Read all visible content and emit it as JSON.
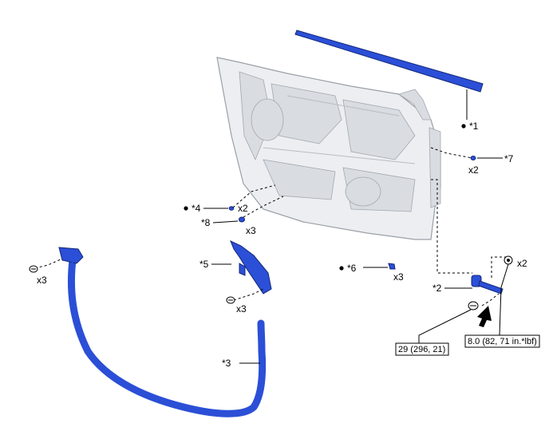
{
  "labels": {
    "p1": "*1",
    "p2": "*2",
    "p3": "*3",
    "p4": "*4",
    "p5": "*5",
    "p6": "*6",
    "p7": "*7",
    "p8": "*8"
  },
  "quantities": {
    "q7": "x2",
    "q4": "x2",
    "q8": "x3",
    "q_left_clip": "x3",
    "q5_screw": "x3",
    "q6": "x3",
    "q2_nut": "x2"
  },
  "torque": {
    "bolt": "29 (296, 21)",
    "nut": "8.0 (82, 71 in.*lbf)"
  },
  "colors": {
    "part_blue": "#2b4fd6",
    "door_gray": "#eceef1"
  }
}
